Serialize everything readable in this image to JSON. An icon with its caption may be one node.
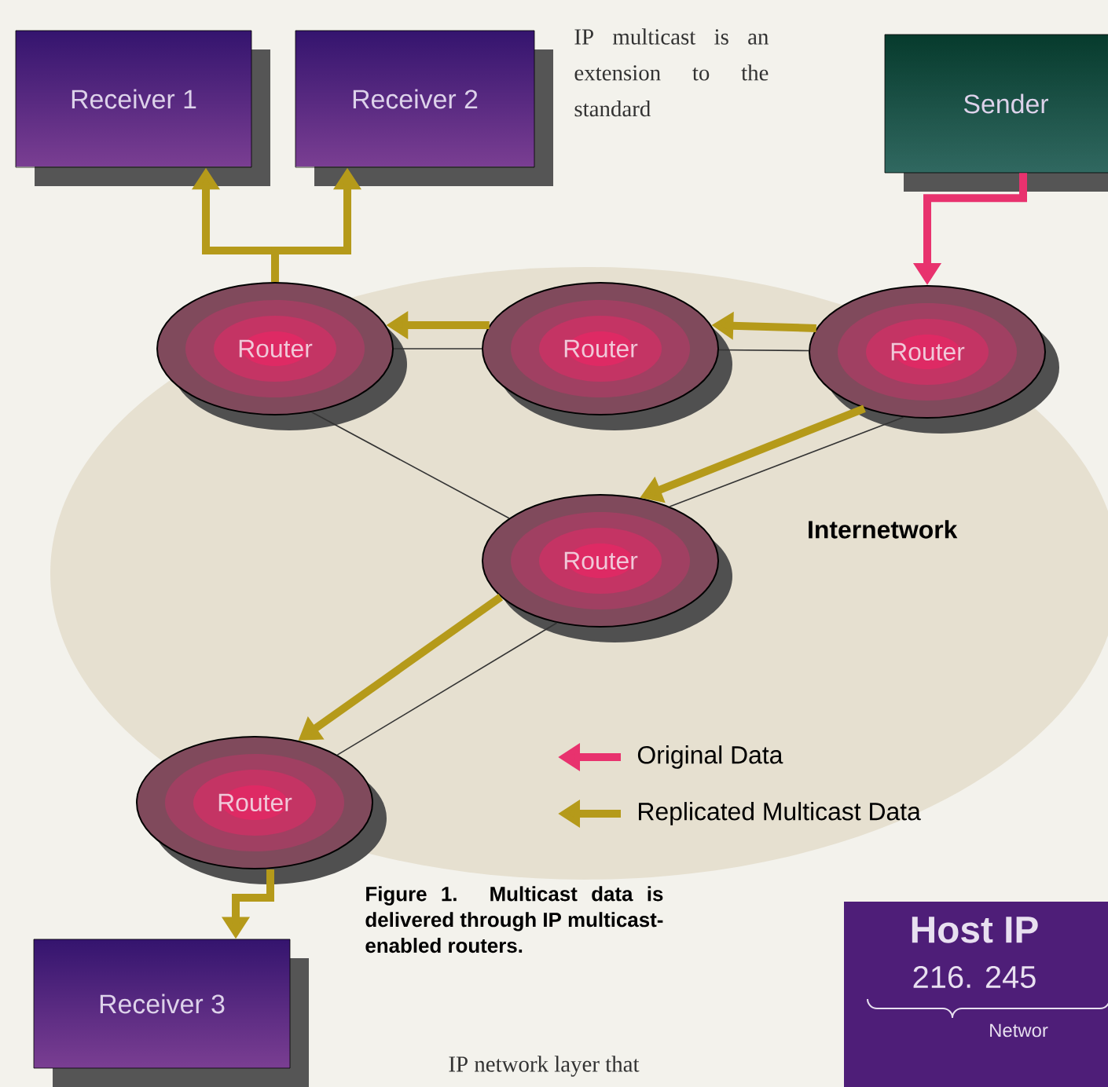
{
  "diagram": {
    "caption": "Figure 1. Multicast data is delivered through IP multicast-enabled routers.",
    "nodes": [
      {
        "text": [
          "Receiver 1"
        ]
      },
      {
        "text": [
          "Receiver 2"
        ]
      },
      {
        "text": [
          "Sender"
        ]
      },
      {
        "text": [
          "Router"
        ]
      },
      {
        "text": [
          "Router"
        ]
      },
      {
        "text": [
          "Router"
        ]
      },
      {
        "text": [
          "Router"
        ]
      },
      {
        "text": [
          "Router"
        ]
      },
      {
        "text": [
          "Receiver 3"
        ]
      },
      {
        "text": [
          "Host IP",
          "216. 245",
          "Networ"
        ]
      }
    ],
    "edges": [
      {
        "from": 2,
        "to": 5,
        "arrow": "to",
        "color": "#e8326e"
      },
      {
        "from": 5,
        "to": 4,
        "arrow": "to"
      },
      {
        "from": 4,
        "to": 3,
        "arrow": "to"
      },
      {
        "from": 3,
        "to": 0,
        "arrow": "to"
      },
      {
        "from": 3,
        "to": 1,
        "arrow": "to"
      },
      {
        "from": 5,
        "to": 6,
        "arrow": "to"
      },
      {
        "from": 6,
        "to": 7,
        "arrow": "to"
      },
      {
        "from": 7,
        "to": 8,
        "arrow": "to"
      },
      {
        "from": 3,
        "to": 4,
        "arrow": "none",
        "color": "#333333"
      },
      {
        "from": 4,
        "to": 5,
        "arrow": "none",
        "color": "#333333"
      },
      {
        "from": 3,
        "to": 6,
        "arrow": "none",
        "color": "#333333"
      },
      {
        "from": 5,
        "to": 6,
        "arrow": "none",
        "color": "#333333"
      },
      {
        "from": 6,
        "to": 7,
        "arrow": "none",
        "color": "#333333"
      }
    ],
    "labels": [
      "IP multicast is an extension to the standard",
      "Internetwork",
      "IP network layer that"
    ],
    "legend": [
      {
        "text": "Original Data"
      },
      {
        "text": "Replicated Multicast Data"
      }
    ]
  }
}
